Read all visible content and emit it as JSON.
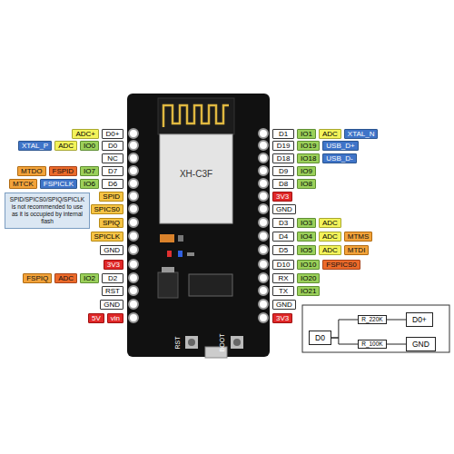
{
  "diagram": {
    "nodes": [
      {
        "text": [
          "SPID/SPICS0/SPIQ/SPICLK is not recommended to use as it is occupied by internal flash"
        ]
      },
      {
        "text": [
          "D0"
        ]
      },
      {
        "text": [
          "D0+"
        ]
      },
      {
        "text": [
          "GND"
        ]
      }
    ],
    "edges": [
      {
        "from": 1,
        "to": 2,
        "arrow": "none",
        "label": "R_220K"
      },
      {
        "from": 1,
        "to": 3,
        "arrow": "none",
        "label": "R_100K"
      }
    ],
    "labels": [
      "ADC+",
      "D0+",
      "XTAL_P",
      "ADC",
      "IO0",
      "D0",
      "NC",
      "MTDO",
      "FSPID",
      "IO7",
      "D7",
      "MTCK",
      "FSPICLK",
      "IO6",
      "D6",
      "SPID",
      "SPICS0",
      "SPIQ",
      "SPICLK",
      "GND",
      "3V3",
      "FSPIQ",
      "ADC",
      "IO2",
      "D2",
      "RST",
      "GND",
      "5V",
      "vin",
      "D1",
      "IO1",
      "ADC",
      "XTAL_N",
      "D19",
      "IO19",
      "USB_D+",
      "D18",
      "IO18",
      "USB_D-",
      "D9",
      "IO9",
      "D8",
      "IO8",
      "3V3",
      "GND",
      "D3",
      "IO3",
      "ADC",
      "D4",
      "IO4",
      "ADC",
      "MTMS",
      "D5",
      "IO5",
      "ADC",
      "MTDI",
      "D10",
      "IO10",
      "FSPICS0",
      "RX",
      "IO20",
      "TX",
      "IO21",
      "GND",
      "3V3",
      "XH-C3F",
      "RST",
      "BOOT"
    ]
  }
}
